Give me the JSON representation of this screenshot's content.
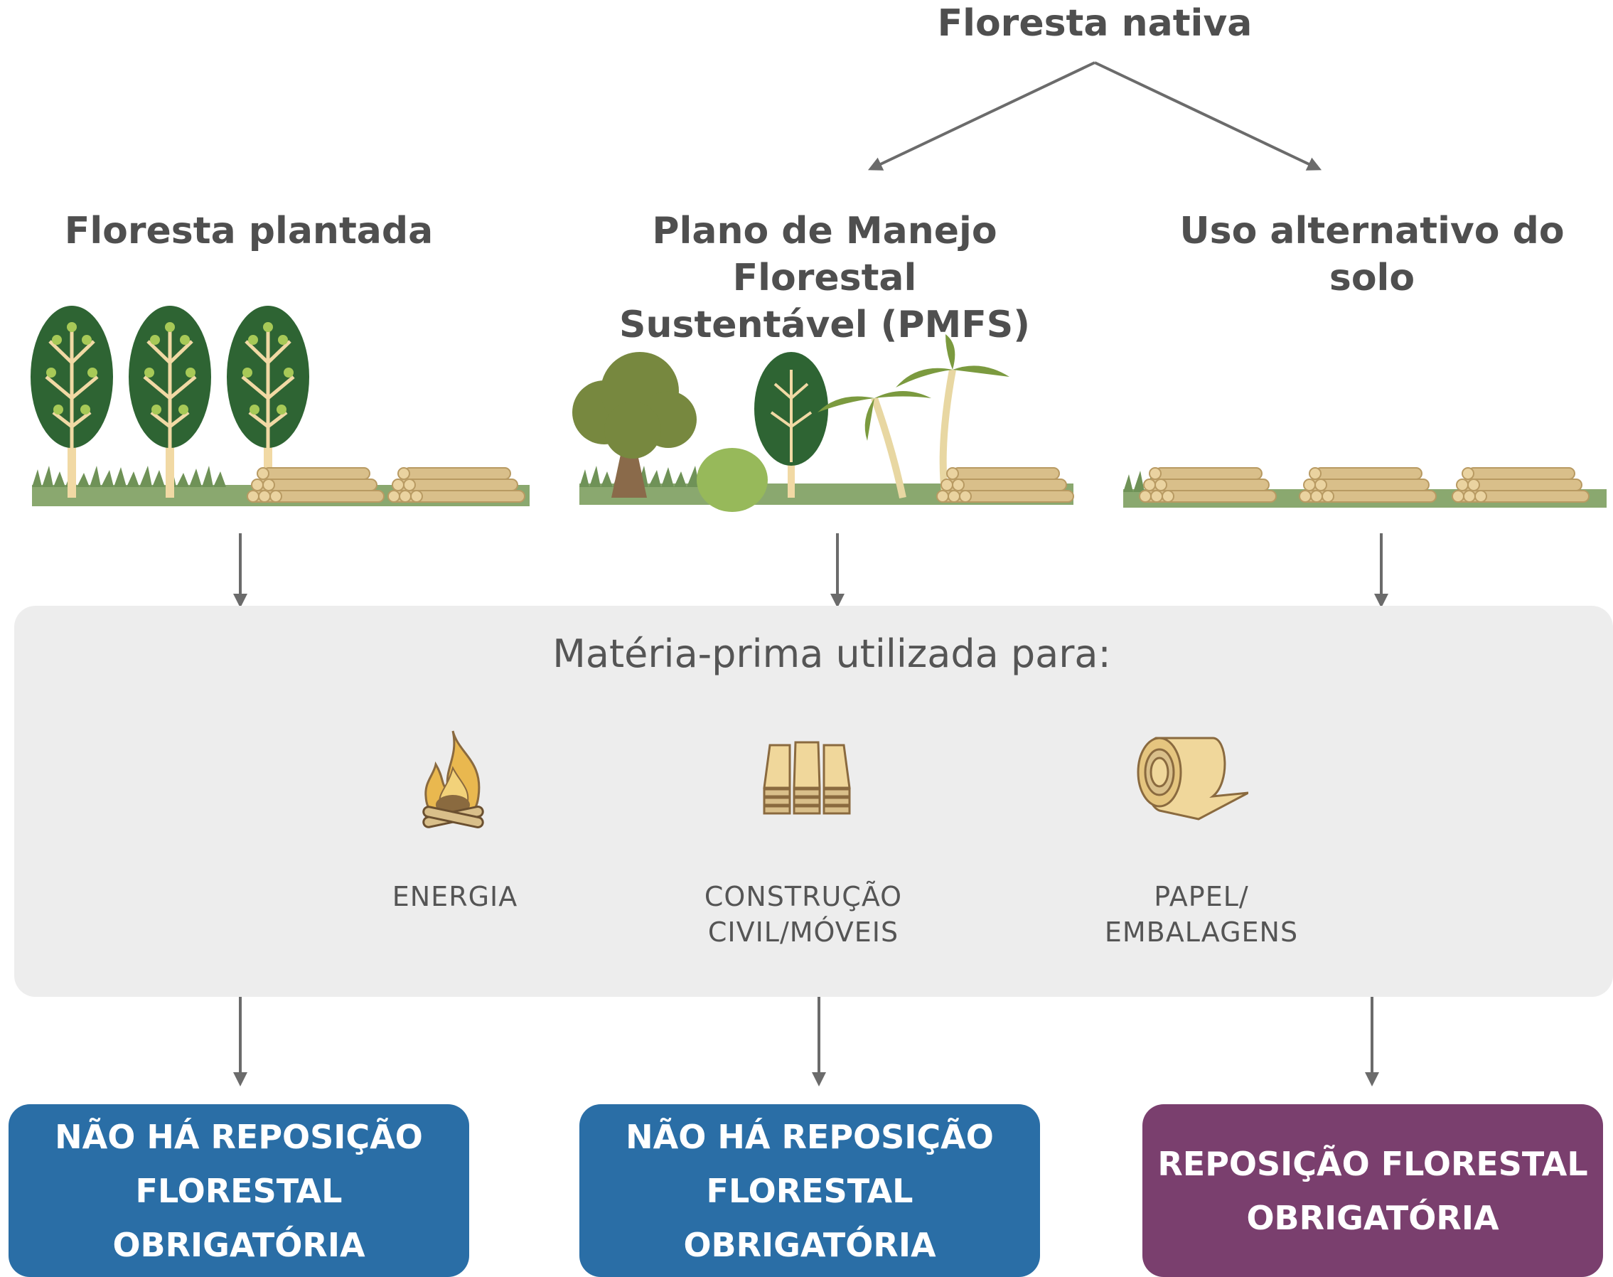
{
  "top": {
    "title": "Floresta nativa"
  },
  "columns": [
    {
      "title": "Floresta plantada"
    },
    {
      "title": "Plano de Manejo Florestal\nSustentável (PMFS)"
    },
    {
      "title": "Uso alternativo do solo"
    }
  ],
  "panel": {
    "title": "Matéria-prima utilizada para:",
    "uses": [
      {
        "label": "ENERGIA",
        "icon": "campfire-icon"
      },
      {
        "label": "CONSTRUÇÃO\nCIVIL/MÓVEIS",
        "icon": "wood-planks-icon"
      },
      {
        "label": "PAPEL/\nEMBALAGENS",
        "icon": "paper-roll-icon"
      }
    ]
  },
  "results": [
    {
      "label": "NÃO HÁ REPOSIÇÃO\nFLORESTAL OBRIGATÓRIA",
      "color": "#2a6ea6"
    },
    {
      "label": "NÃO HÁ REPOSIÇÃO\nFLORESTAL OBRIGATÓRIA",
      "color": "#2a6ea6"
    },
    {
      "label": "REPOSIÇÃO FLORESTAL\nOBRIGATÓRIA",
      "color": "#7a3f6e"
    }
  ],
  "colors": {
    "tree_dark": "#2e6433",
    "tree_light": "#a7c957",
    "trunk": "#f1d9a4",
    "log": "#d9bf8a",
    "grass": "#8aa86f",
    "arrow": "#6b6b6b"
  }
}
